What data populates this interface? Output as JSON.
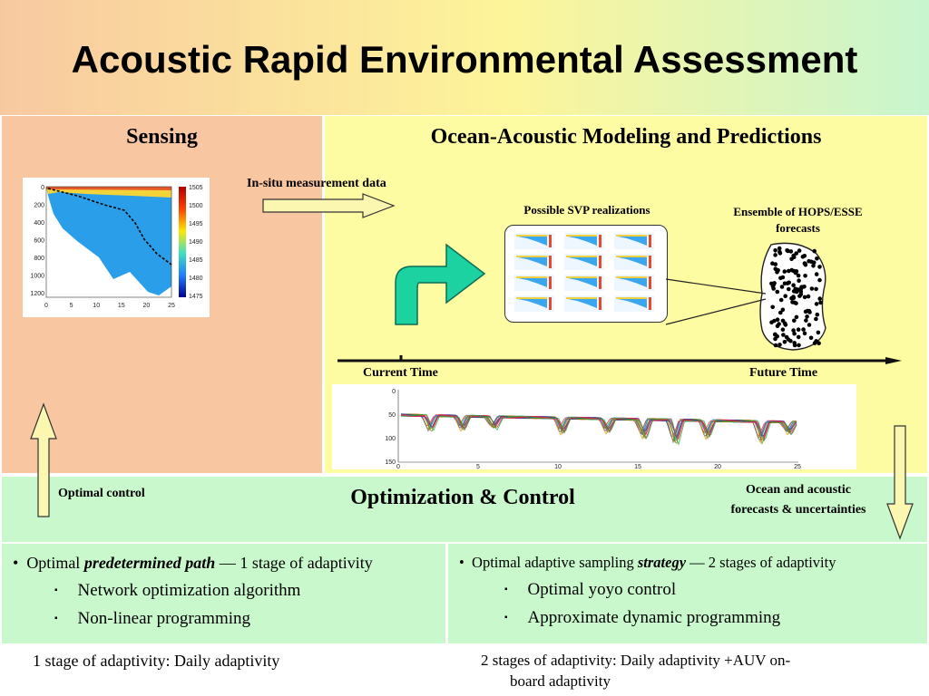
{
  "title": "Acoustic Rapid Environmental Assessment",
  "sensing": {
    "heading": "Sensing",
    "plot": {
      "y_ticks": [
        "0",
        "200",
        "400",
        "600",
        "800",
        "1000",
        "1200"
      ],
      "x_ticks": [
        "0",
        "5",
        "10",
        "15",
        "20",
        "25"
      ],
      "colorbar_ticks": [
        "1505",
        "1500",
        "1495",
        "1490",
        "1485",
        "1480",
        "1475"
      ]
    }
  },
  "modeling": {
    "heading": "Ocean-Acoustic Modeling and Predictions",
    "insitu_label": "In-situ measurement data",
    "svp_label": "Possible SVP realizations",
    "ensemble_label_line1": "Ensemble of HOPS/ESSE",
    "ensemble_label_line2": "forecasts",
    "current_time": "Current Time",
    "future_time": "Future Time",
    "tl_plot": {
      "y_ticks": [
        "0",
        "50",
        "100",
        "150"
      ],
      "x_ticks": [
        "0",
        "5",
        "10",
        "15",
        "20",
        "25"
      ]
    }
  },
  "optimization": {
    "heading": "Optimization & Control",
    "left_label": "Optimal control",
    "right_label_line1": "Ocean and acoustic",
    "right_label_line2": "forecasts & uncertainties"
  },
  "bullets_left": {
    "main_prefix": "Optimal ",
    "main_emph": "predetermined path",
    "main_suffix": " — 1 stage of adaptivity",
    "items": [
      "Network optimization algorithm",
      "Non-linear programming"
    ],
    "footer": "1 stage of adaptivity: Daily adaptivity"
  },
  "bullets_right": {
    "main_prefix": "Optimal adaptive sampling ",
    "main_emph": "strategy",
    "main_suffix": " — 2 stages of adaptivity",
    "items": [
      "Optimal yoyo control",
      "Approximate dynamic programming"
    ],
    "footer_line1": "2 stages of adaptivity: Daily adaptivity +AUV on-",
    "footer_line2": "board adaptivity"
  },
  "colors": {
    "header_left": "#f8c9a0",
    "header_mid": "#fdf59a",
    "header_right": "#c8f5cf",
    "sensing_bg": "#f9c6a2",
    "modeling_bg": "#fefca3",
    "optimization_bg": "#c8f8cc",
    "turn_arrow": "#1bd2a0",
    "hollow_arrow_fill": "#fcf7b0"
  }
}
